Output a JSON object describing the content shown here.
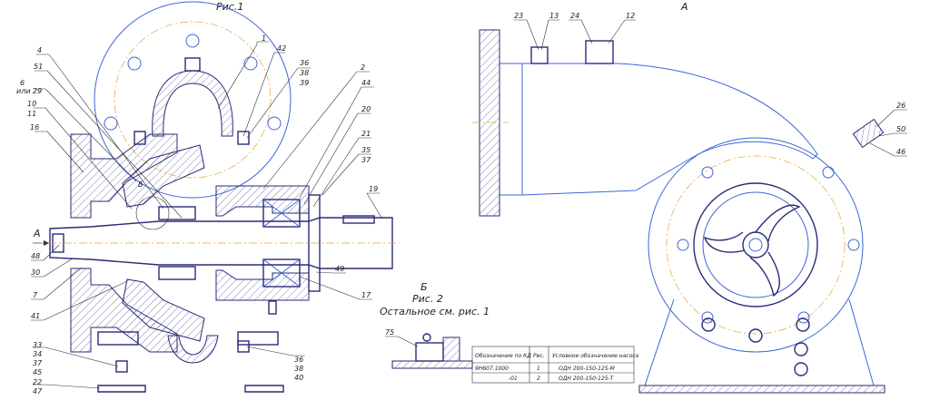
{
  "titles": {
    "fig1": "Рис.1",
    "viewA": "А",
    "fig2_letter": "Б",
    "fig2": "Рис. 2",
    "fig2_note": "Остальное см. рис. 1",
    "arrowA": "А",
    "detailB": "Б"
  },
  "callouts": {
    "n1": "1",
    "n42": "42",
    "n36a": "36",
    "n38a": "38",
    "n39": "39",
    "n2": "2",
    "n44": "44",
    "n20": "20",
    "n21": "21",
    "n35": "35",
    "n37a": "37",
    "n19": "19",
    "n49": "49",
    "n17": "17",
    "n4": "4",
    "n51": "51",
    "n6": "6",
    "n29": "или 29",
    "n10": "10",
    "n11": "11",
    "n16": "16",
    "n48": "48",
    "n30": "30",
    "n7": "7",
    "n41": "41",
    "n33": "33",
    "n34": "34",
    "n37b": "37",
    "n45": "45",
    "n22": "22",
    "n47": "47",
    "n36b": "36",
    "n38b": "38",
    "n40": "40",
    "n75": "75",
    "n23": "23",
    "n13": "13",
    "n24": "24",
    "n12": "12",
    "n26": "26",
    "n50": "50",
    "n46": "46"
  },
  "table": {
    "headers": [
      "Обозначение по КД",
      "Рис.",
      "Условное обозначение насоса"
    ],
    "rows": [
      [
        "9Н607.1000",
        "1",
        "ОДН 200-150-125-М"
      ],
      [
        "-01",
        "2",
        "ОДН 200-150-125-Т"
      ]
    ]
  }
}
